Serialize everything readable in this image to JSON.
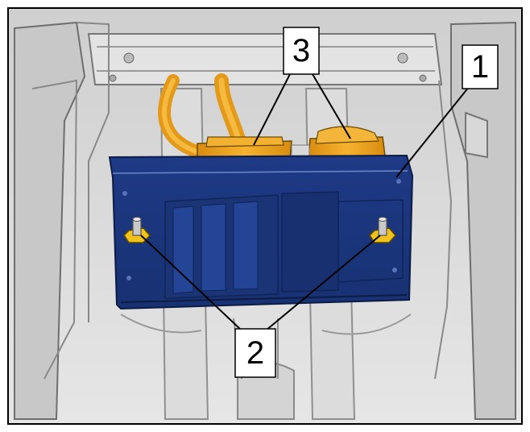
{
  "callouts": [
    {
      "id": "1",
      "label": "1"
    },
    {
      "id": "2",
      "label": "2"
    },
    {
      "id": "3",
      "label": "3"
    }
  ],
  "colors": {
    "frame": "#000000",
    "background_gray": "#d9d9d9",
    "component_blue": "#1f3f8c",
    "cable_orange": "#f0a31c",
    "label_box": "#ffffff"
  }
}
